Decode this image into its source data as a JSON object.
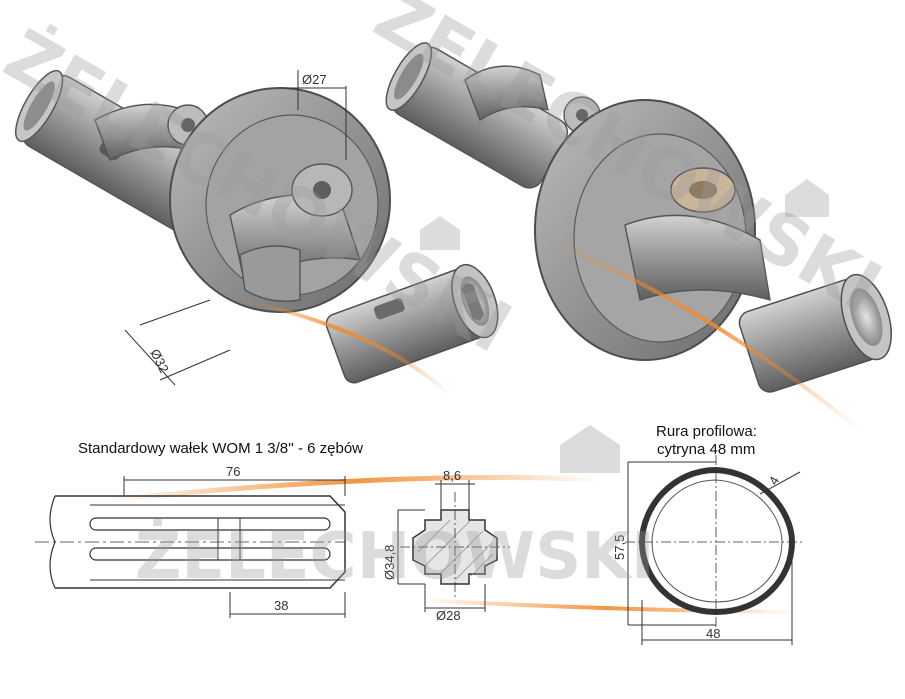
{
  "watermark": {
    "text": "ŻELECHOWSKI"
  },
  "captions": {
    "shaft_title": "Standardowy wałek WOM 1 3/8'' - 6 zębów",
    "tube_title_line1": "Rura profilowa:",
    "tube_title_line2": "cytryna 48 mm"
  },
  "dimensions": {
    "yoke_bore": "Ø27",
    "yoke_pin": "Ø32",
    "shaft_length": "76",
    "shaft_groove": "38",
    "spline_width": "8,6",
    "spline_outer": "Ø34,8",
    "spline_inner": "Ø28",
    "tube_height": "57,5",
    "tube_width": "48",
    "tube_wall": "4"
  },
  "colors": {
    "metal": "#a9a9a9",
    "metal_dark": "#6e6e6e",
    "accent": "#f08a2c"
  }
}
